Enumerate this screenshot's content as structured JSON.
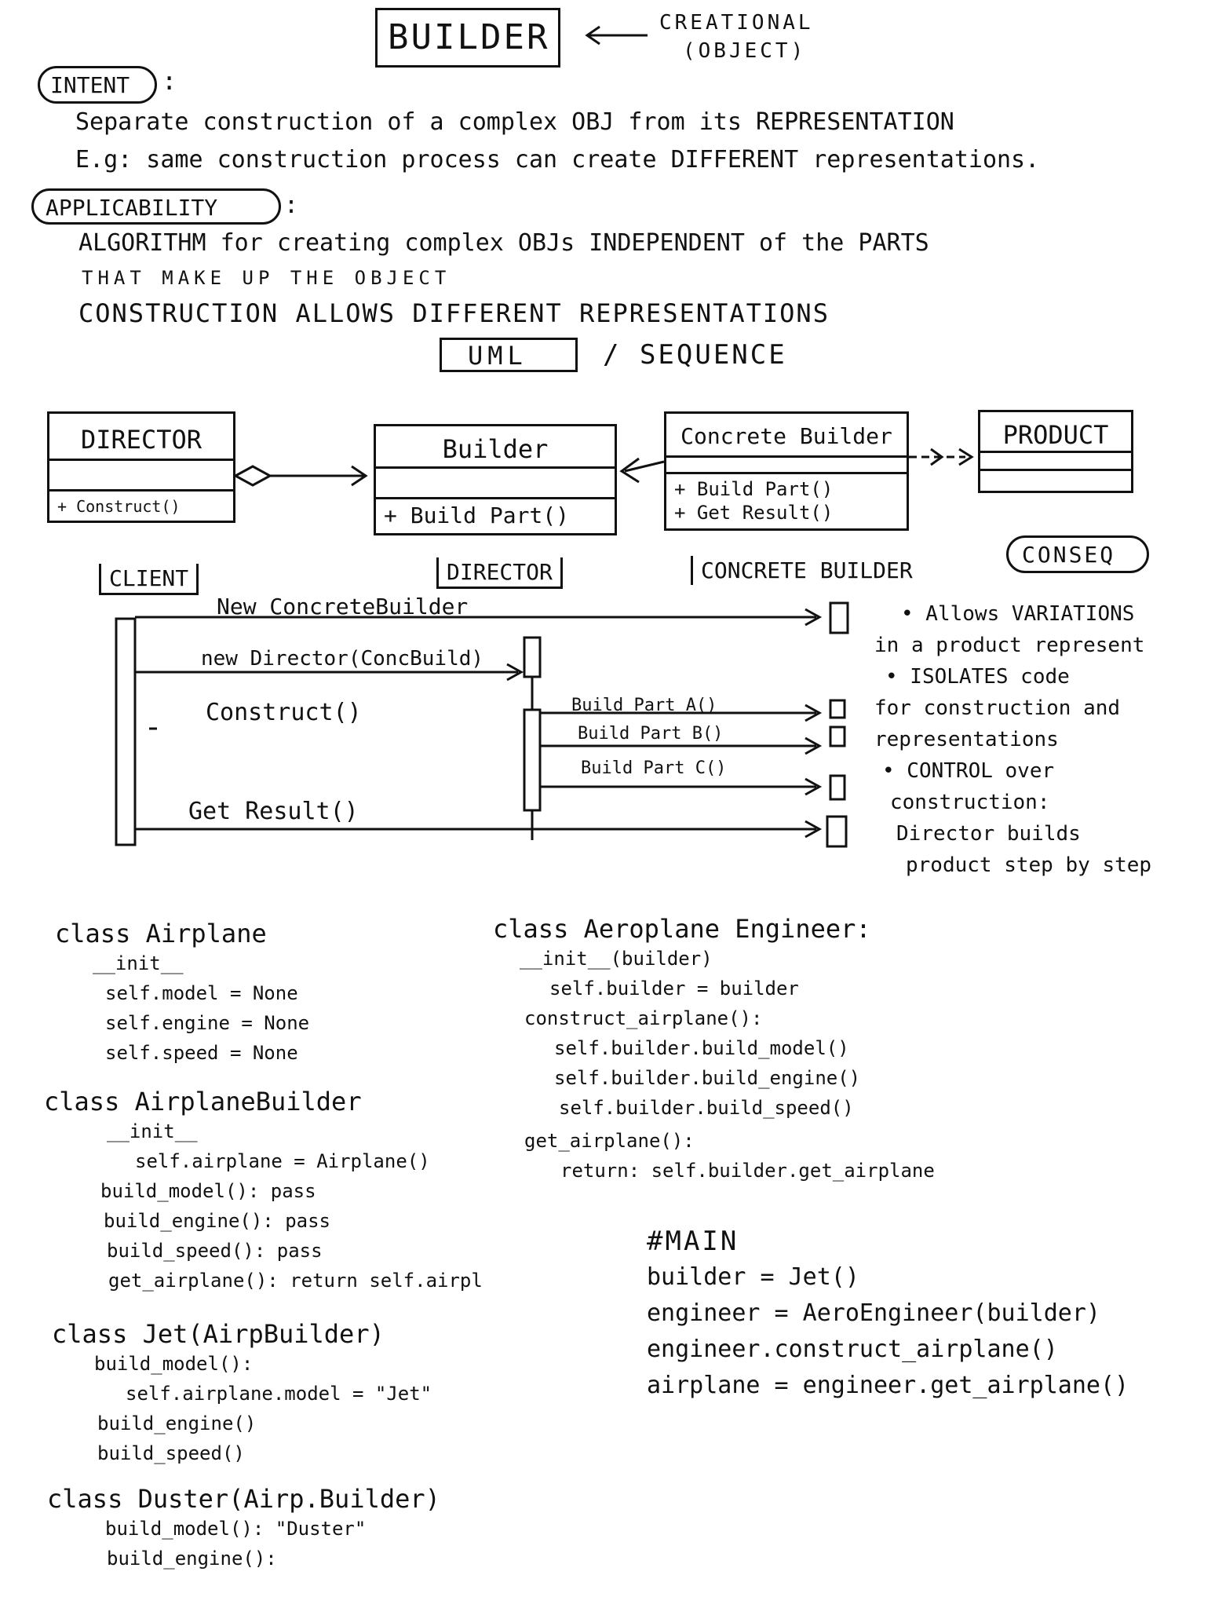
{
  "title": "BUILDER",
  "title_note": [
    "CREATIONAL",
    "(OBJECT)"
  ],
  "intent": {
    "label": "INTENT",
    "lines": [
      "Separate construction of a complex OBJ from its REPRESENTATION",
      "E.g: same construction process can create DIFFERENT representations."
    ]
  },
  "applicability": {
    "label": "APPLICABILITY",
    "lines": [
      "ALGORITHM for creating complex OBJs INDEPENDENT of the PARTS",
      "THAT MAKE UP THE OBJECT",
      "CONSTRUCTION ALLOWS DIFFERENT REPRESENTATIONS"
    ]
  },
  "uml_heading": {
    "boxed": "UML",
    "rest": "/ SEQUENCE"
  },
  "uml": {
    "director": {
      "name": "DIRECTOR",
      "op": "+ Construct()"
    },
    "builder": {
      "name": "Builder",
      "op": "+ Build Part()"
    },
    "concrete": {
      "name": "Concrete Builder",
      "ops": [
        "+ Build Part()",
        "+ Get Result()"
      ]
    },
    "product": {
      "name": "PRODUCT"
    }
  },
  "sequence": {
    "lifelines": [
      "CLIENT",
      "DIRECTOR",
      "CONCRETE BUILDER"
    ],
    "messages": [
      "New ConcreteBuilder",
      "new Director(ConcBuild)",
      "Construct()",
      "Build Part A()",
      "Build Part B()",
      "Build Part C()",
      "Get Result()"
    ]
  },
  "conseq": {
    "label": "CONSEQ",
    "lines": [
      "• Allows VARIATIONS",
      "in a product represent",
      "• ISOLATES code",
      "for construction and",
      "representations",
      "• CONTROL over",
      "construction:",
      "Director builds",
      "product step by step"
    ]
  },
  "code_left": [
    {
      "header": "class Airplane",
      "lines": [
        "__init__",
        "self.model = None",
        "self.engine = None",
        "self.speed = None"
      ]
    },
    {
      "header": "class AirplaneBuilder",
      "lines": [
        "__init__",
        "self.airplane = Airplane()",
        "build_model(): pass",
        "build_engine(): pass",
        "build_speed(): pass",
        "get_airplane(): return self.airpl"
      ]
    },
    {
      "header": "class Jet(AirpBuilder)",
      "lines": [
        "build_model():",
        "self.airplane.model = \"Jet\"",
        "build_engine()",
        "build_speed()"
      ]
    },
    {
      "header": "class Duster(Airp.Builder)",
      "lines": [
        "build_model(): \"Duster\"",
        "build_engine():"
      ]
    }
  ],
  "code_right": {
    "header": "class Aeroplane Engineer:",
    "lines": [
      "__init__(builder)",
      "self.builder = builder",
      "construct_airplane():",
      "self.builder.build_model()",
      "self.builder.build_engine()",
      "self.builder.build_speed()",
      "get_airplane():",
      "return: self.builder.get_airplane"
    ]
  },
  "main": {
    "header": "#MAIN",
    "lines": [
      "builder = Jet()",
      "engineer = AeroEngineer(builder)",
      "engineer.construct_airplane()",
      "airplane = engineer.get_airplane()"
    ]
  }
}
